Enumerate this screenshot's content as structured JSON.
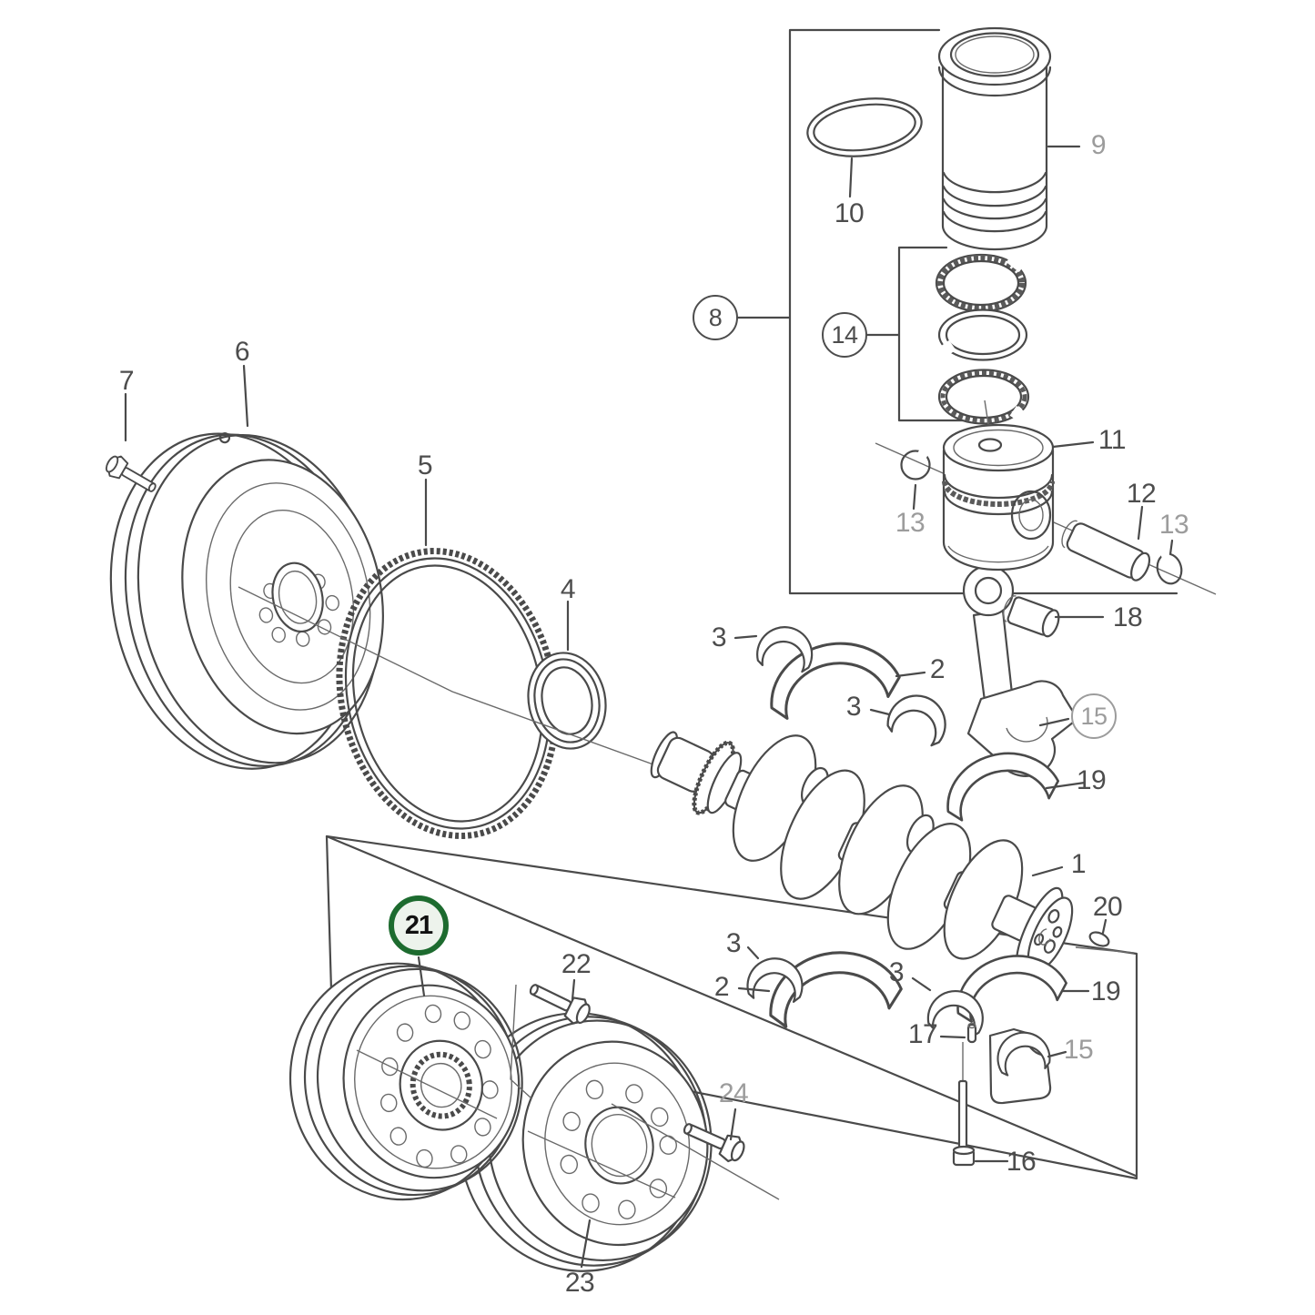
{
  "diagram": {
    "type": "exploded-parts-diagram",
    "background_color": "#ffffff",
    "line_color": "#4a4a4a",
    "gray_label_color": "#9c9c9c",
    "highlight": {
      "label": "21",
      "ring_color": "#1d6b2f",
      "fill_color": "#edf3ec"
    }
  },
  "callouts": [
    {
      "t": "1"
    },
    {
      "t": "2"
    },
    {
      "t": "2"
    },
    {
      "t": "3"
    },
    {
      "t": "3"
    },
    {
      "t": "3"
    },
    {
      "t": "3"
    },
    {
      "t": "4"
    },
    {
      "t": "5"
    },
    {
      "t": "6"
    },
    {
      "t": "7"
    },
    {
      "t": "8"
    },
    {
      "t": "9"
    },
    {
      "t": "10"
    },
    {
      "t": "11"
    },
    {
      "t": "12"
    },
    {
      "t": "13"
    },
    {
      "t": "13"
    },
    {
      "t": "14"
    },
    {
      "t": "15"
    },
    {
      "t": "15"
    },
    {
      "t": "16"
    },
    {
      "t": "17"
    },
    {
      "t": "18"
    },
    {
      "t": "19"
    },
    {
      "t": "19"
    },
    {
      "t": "20"
    },
    {
      "t": "21"
    },
    {
      "t": "22"
    },
    {
      "t": "23"
    },
    {
      "t": "24"
    }
  ]
}
